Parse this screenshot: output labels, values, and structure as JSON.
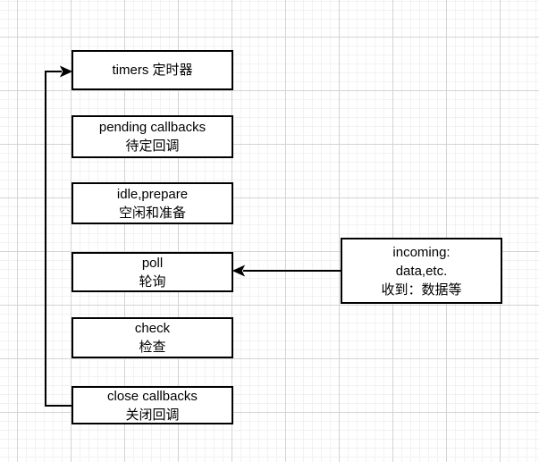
{
  "diagram": {
    "phases": [
      {
        "id": "timers",
        "line1": "timers 定时器",
        "line2": ""
      },
      {
        "id": "pending-callbacks",
        "line1": "pending callbacks",
        "line2": "待定回调"
      },
      {
        "id": "idle-prepare",
        "line1": "idle,prepare",
        "line2": "空闲和准备"
      },
      {
        "id": "poll",
        "line1": "poll",
        "line2": "轮询"
      },
      {
        "id": "check",
        "line1": "check",
        "line2": "检查"
      },
      {
        "id": "close-callbacks",
        "line1": "close callbacks",
        "line2": "关闭回调"
      }
    ],
    "incoming_box": {
      "line1": "incoming:",
      "line2": "data,etc.",
      "line3": "收到：数据等"
    },
    "colors": {
      "shape_stroke": "#000000",
      "shape_fill": "#ffffff",
      "text": "#000000",
      "grid_major": "#d4d4d4",
      "grid_minor": "#f2f2f2",
      "canvas_background": "#ffffff"
    }
  }
}
